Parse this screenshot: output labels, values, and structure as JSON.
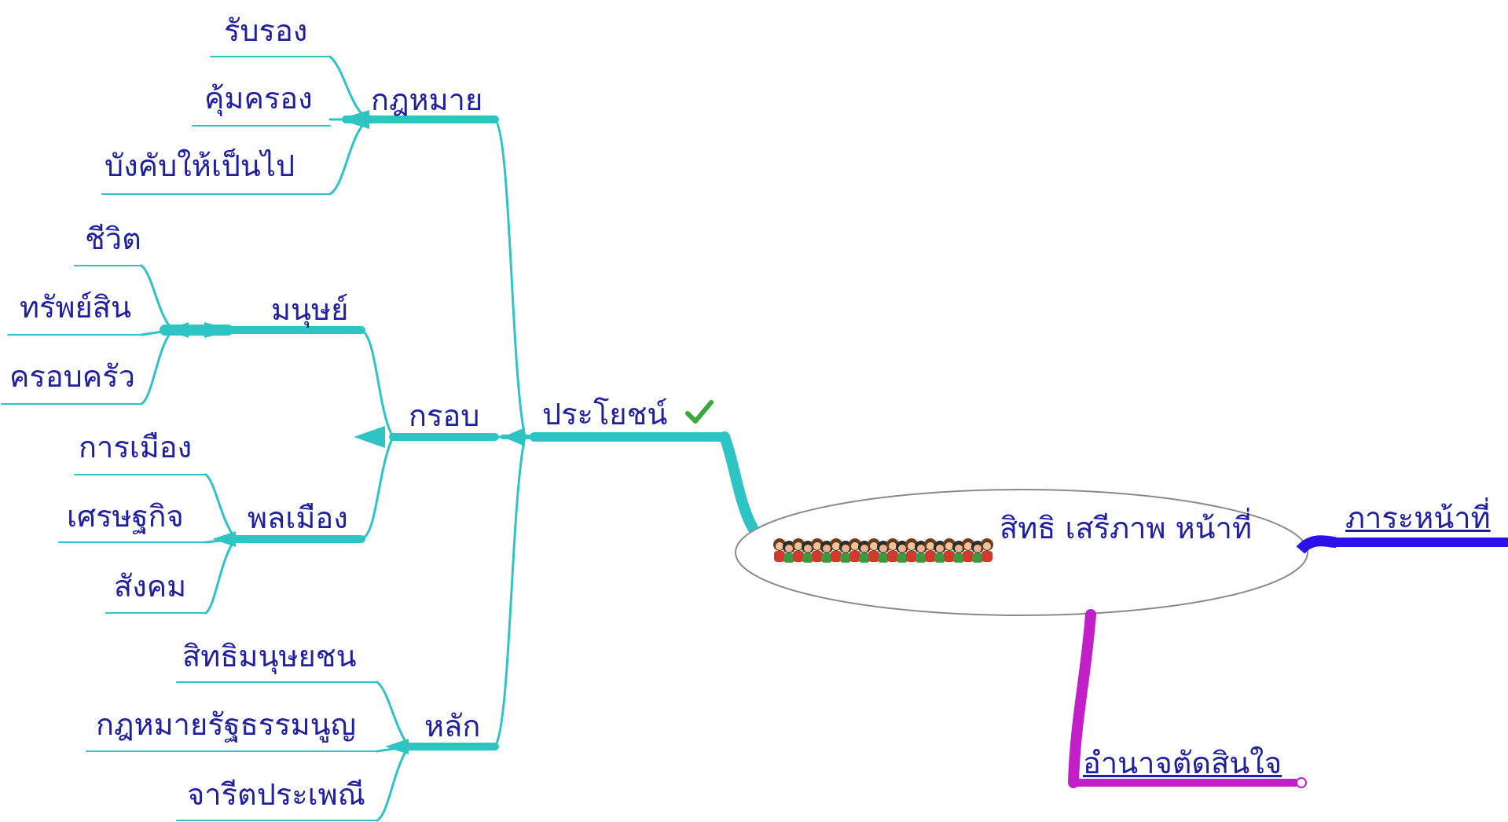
{
  "central": {
    "label": "สิทธิ เสรีภาพ หน้าที่",
    "people_icon": "people-group-icon"
  },
  "branches": {
    "benefit": {
      "label": "ประโยชน์",
      "icon": "check-icon",
      "color": "#2ec4c4",
      "children": {
        "law": {
          "label": "กฎหมาย",
          "items": [
            "รับรอง",
            "คุ้มครอง",
            "บังคับให้เป็นไป"
          ]
        },
        "frame": {
          "label": "กรอบ",
          "human": {
            "label": "มนุษย์",
            "items": [
              "ชีวิต",
              "ทรัพย์สิน",
              "ครอบครัว"
            ]
          },
          "citizen": {
            "label": "พลเมือง",
            "items": [
              "การเมือง",
              "เศรษฐกิจ",
              "สังคม"
            ]
          }
        },
        "principle": {
          "label": "หลัก",
          "items": [
            "สิทธิมนุษยชน",
            "กฎหมายรัฐธรรมนูญ",
            "จารีตประเพณี"
          ]
        }
      }
    },
    "duty": {
      "label": "ภาระหน้าที่",
      "color": "#2a12e8"
    },
    "decision": {
      "label": "อำนาจตัดสินใจ",
      "color": "#c21fc9"
    }
  }
}
